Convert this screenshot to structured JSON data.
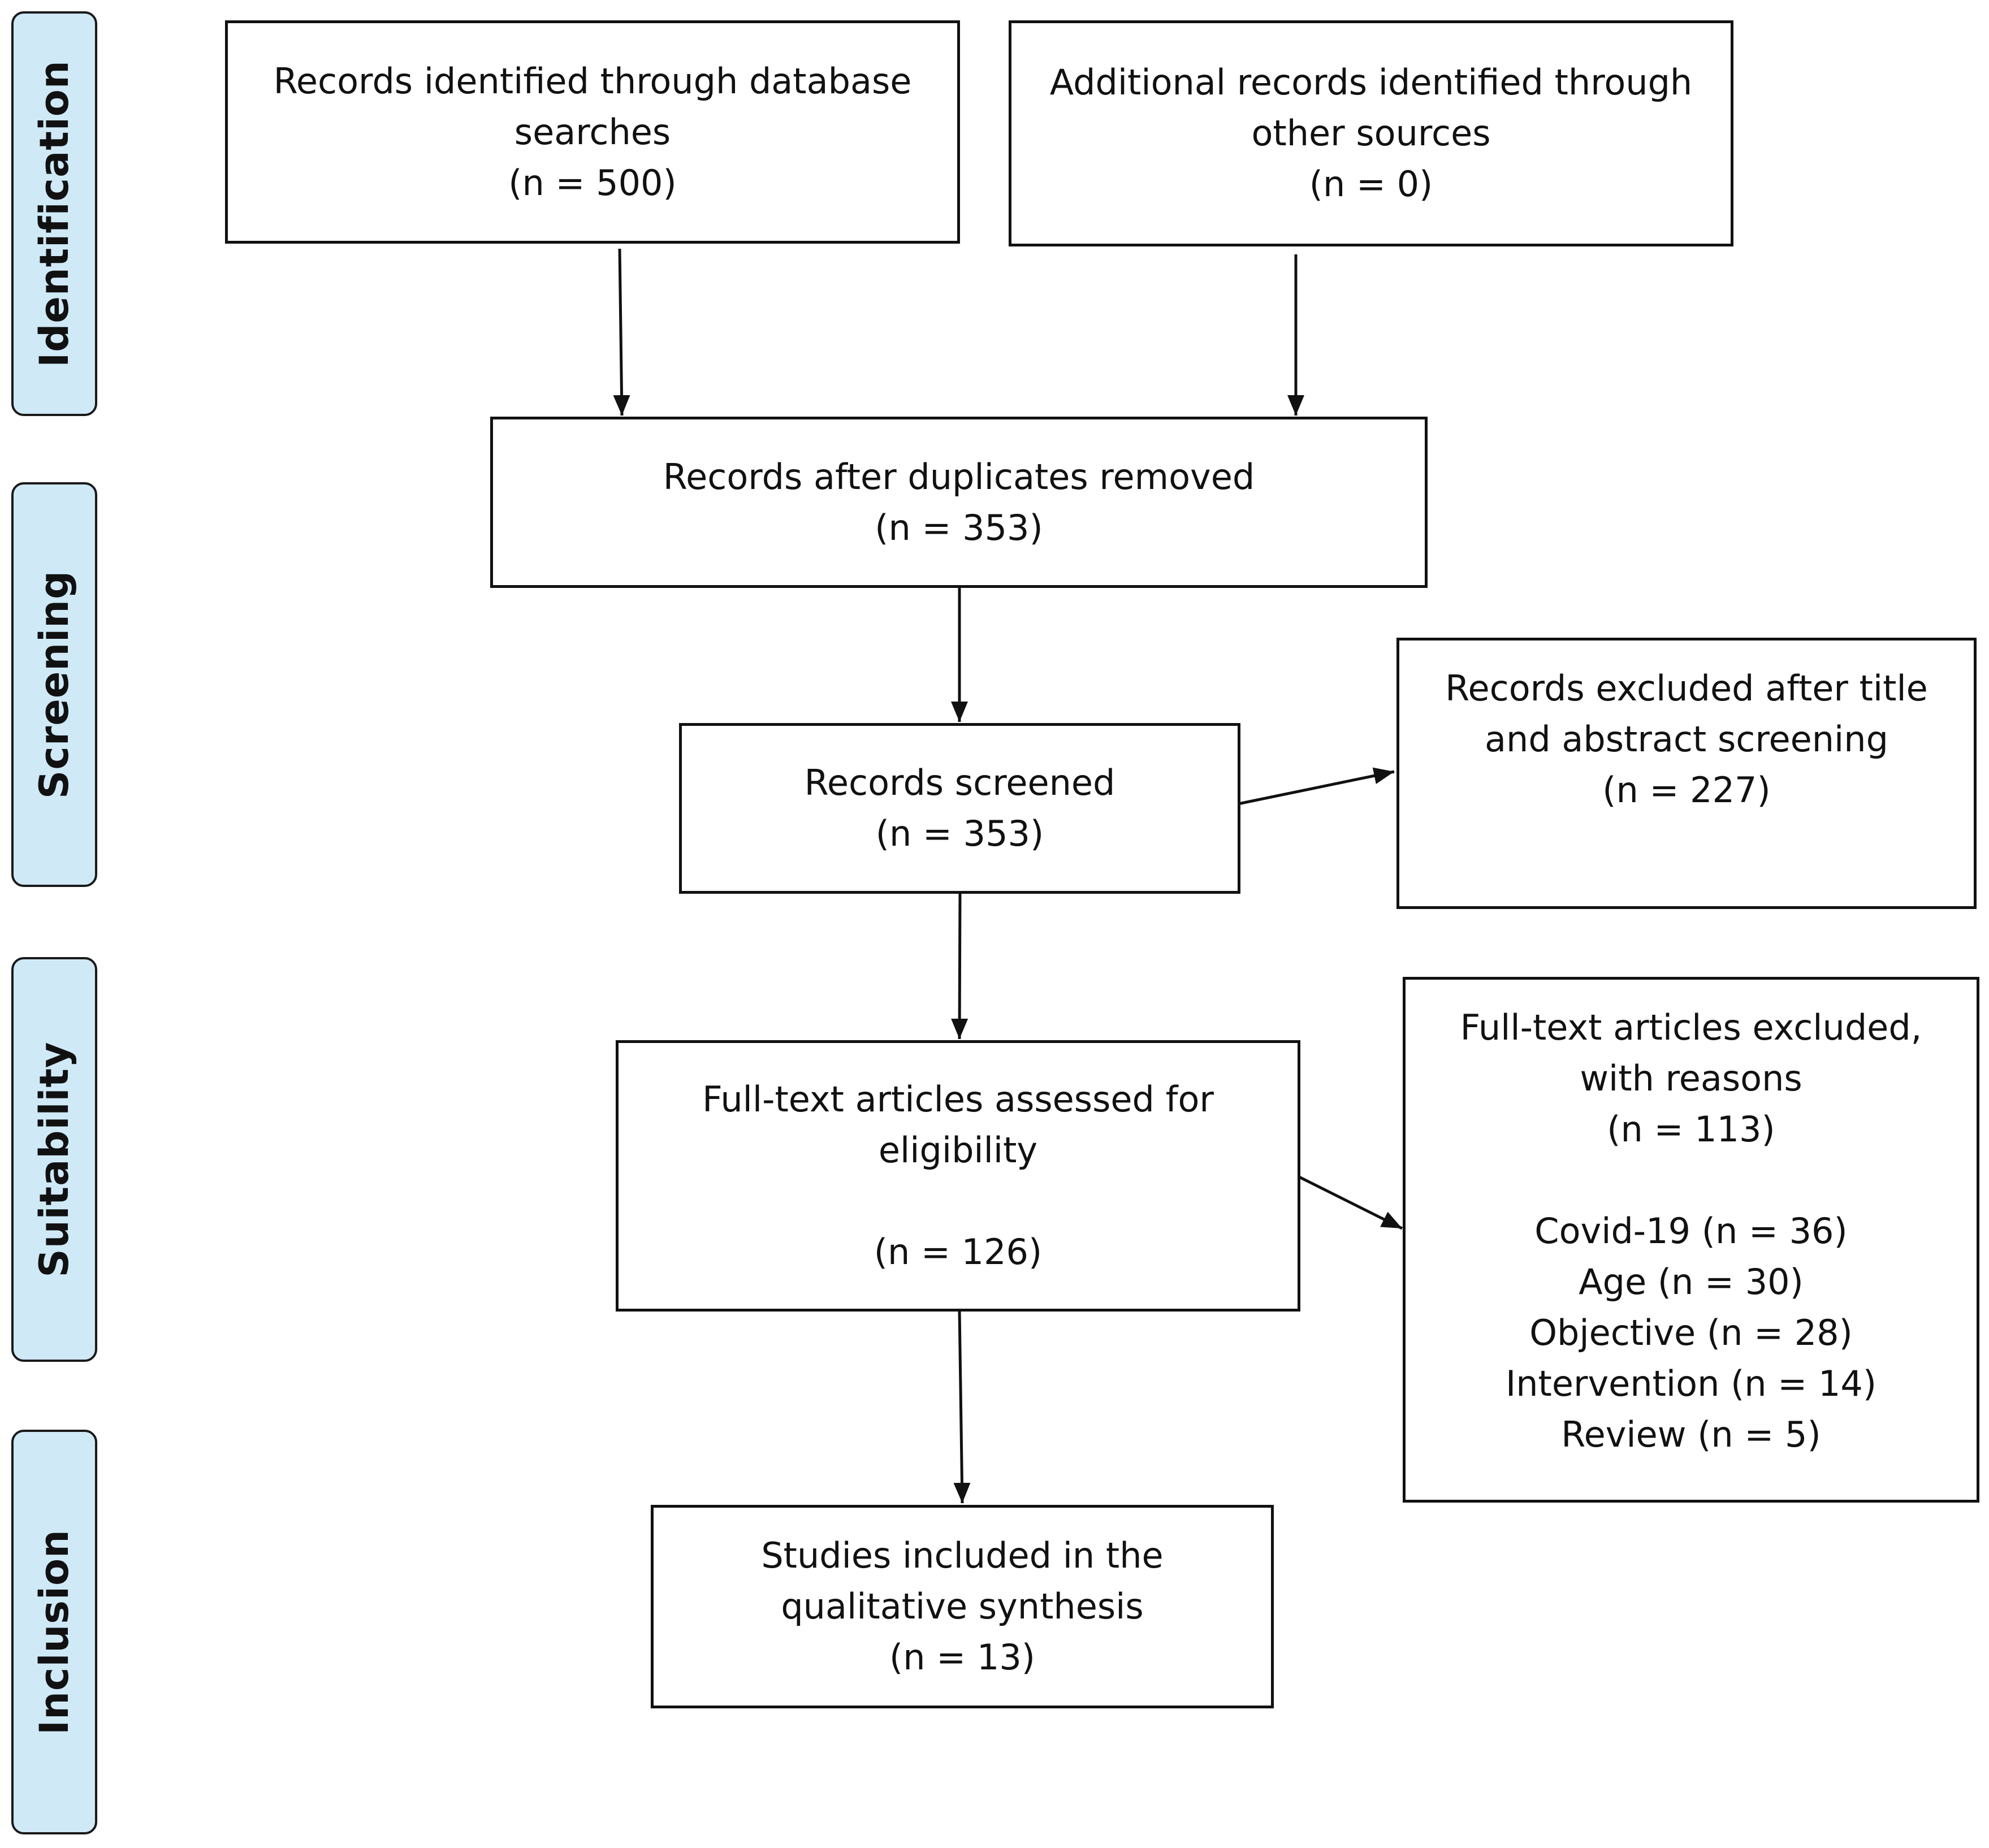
{
  "phases": [
    {
      "id": "identification",
      "label": "Identification"
    },
    {
      "id": "screening",
      "label": "Screening"
    },
    {
      "id": "suitability",
      "label": "Suitability"
    },
    {
      "id": "inclusion",
      "label": "Inclusion"
    }
  ],
  "boxes": {
    "database": {
      "lines": [
        "Records identified through database",
        "searches",
        "(n = 500)"
      ]
    },
    "other": {
      "lines": [
        "Additional records identified through",
        "other sources",
        "(n = 0)"
      ]
    },
    "dedup": {
      "lines": [
        "Records after duplicates removed",
        "(n = 353)"
      ]
    },
    "screened": {
      "lines": [
        "Records screened",
        "(n = 353)"
      ]
    },
    "excluded_title": {
      "lines": [
        "Records excluded after title",
        "and abstract screening",
        "(n = 227)"
      ]
    },
    "fulltext": {
      "lines": [
        "Full-text articles assessed for",
        "eligibility",
        "(n = 126)"
      ]
    },
    "excluded_fulltext": {
      "lines": [
        "Full-text articles excluded,",
        "with reasons",
        "(n = 113)"
      ],
      "reasons": [
        "Covid-19 (n = 36)",
        "Age (n = 30)",
        "Objective (n = 28)",
        "Intervention (n = 14)",
        "Review (n = 5)"
      ]
    },
    "included": {
      "lines": [
        "Studies included in the",
        "qualitative synthesis",
        "(n = 13)"
      ]
    }
  },
  "colors": {
    "phase_fill": "#cfe9f7",
    "stroke": "#111111",
    "box_fill": "#ffffff"
  }
}
